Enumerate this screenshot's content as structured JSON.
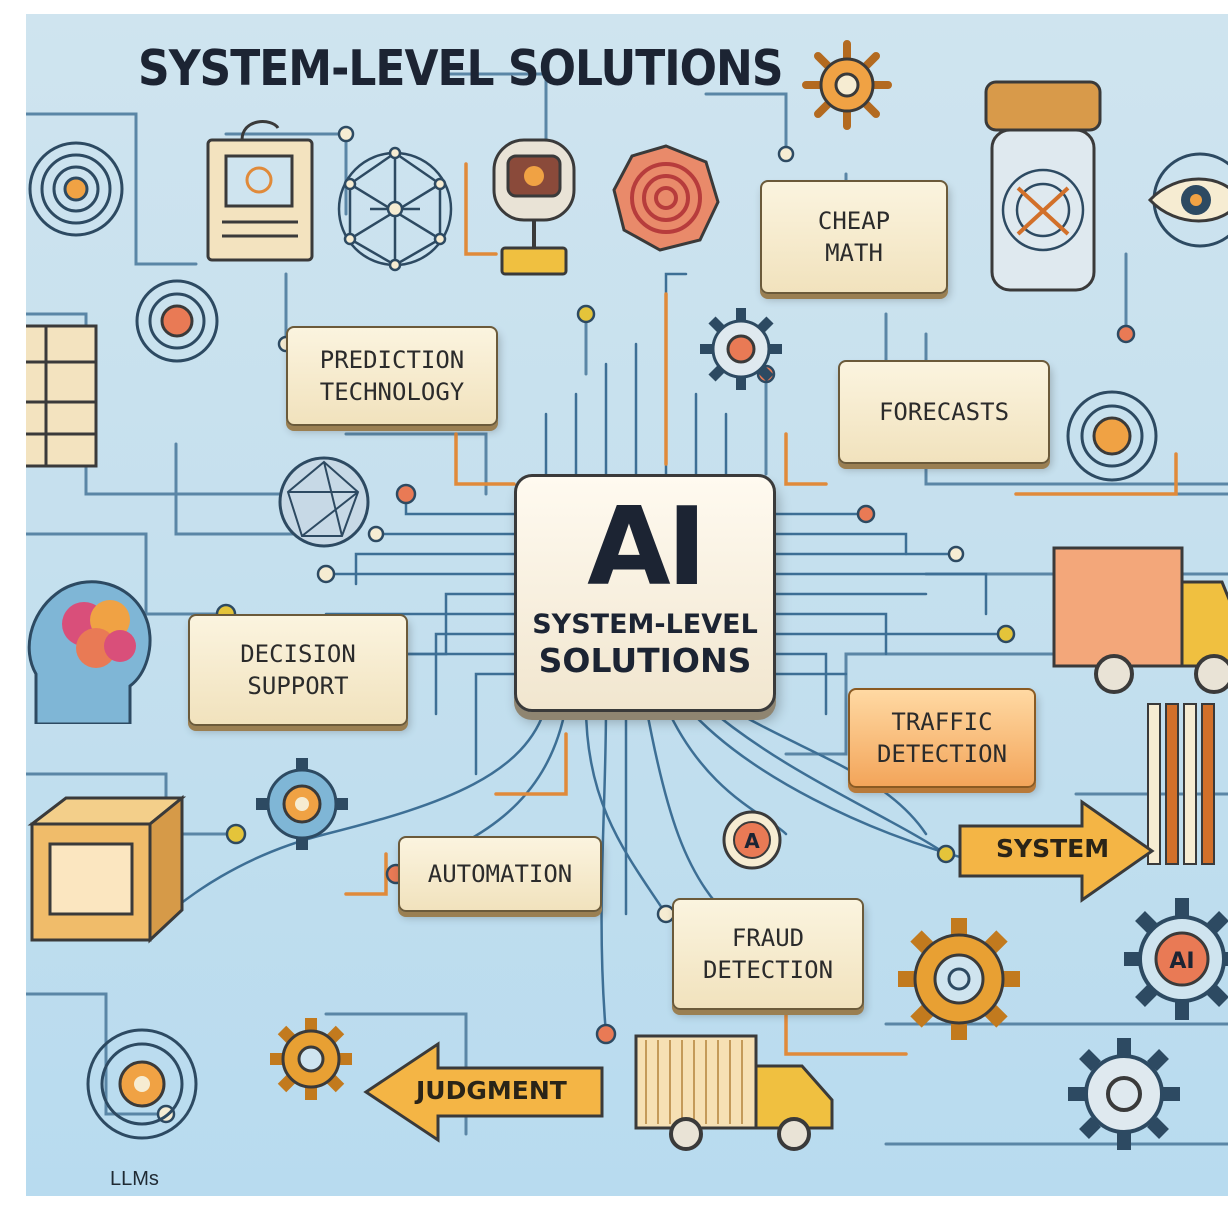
{
  "title": "SYSTEM-LEVEL SOLUTIONS",
  "center": {
    "big": "AI",
    "sub_line1": "SYSTEM-LEVEL",
    "sub_line2": "SOLUTIONS"
  },
  "nodes": {
    "prediction_technology": "PREDICTION\nTECHNOLOGY",
    "cheap_math": "CHEAP\nMATH",
    "forecasts": "FORECASTS",
    "decision_support": "DECISION\nSUPPORT",
    "traffic_detection": "TRAFFIC\nDETECTION",
    "automation": "AUTOMATION",
    "fraud_detection": "FRAUD\nDETECTION"
  },
  "arrows": {
    "system": "SYSTEM",
    "judgment": "JUDGMENT"
  },
  "footer": "LLMs",
  "colors": {
    "background": "#c3dfee",
    "ink": "#1c2433",
    "label_fill": "#f6ecd2",
    "accent_orange": "#f3a55a",
    "gear_orange": "#e8a033"
  },
  "icons": [
    "target-icon",
    "brain-icon",
    "gear-icon",
    "truck-icon",
    "eye-icon",
    "network-icon",
    "monitor-icon"
  ]
}
